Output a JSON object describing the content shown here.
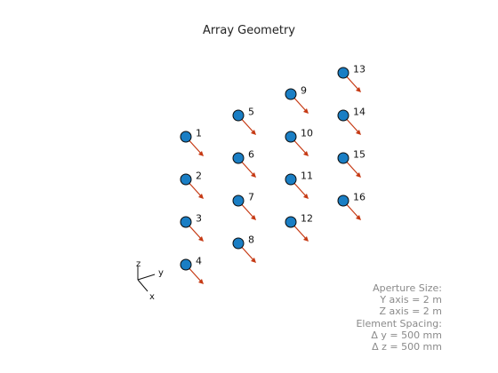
{
  "title": "Array Geometry",
  "colors": {
    "element_fill": "#1a7ec4",
    "element_stroke": "#0b0b0b",
    "arrow": "#c63a14",
    "info_text": "#8a8a8a"
  },
  "elements": [
    {
      "label": "1"
    },
    {
      "label": "2"
    },
    {
      "label": "3"
    },
    {
      "label": "4"
    },
    {
      "label": "5"
    },
    {
      "label": "6"
    },
    {
      "label": "7"
    },
    {
      "label": "8"
    },
    {
      "label": "9"
    },
    {
      "label": "10"
    },
    {
      "label": "11"
    },
    {
      "label": "12"
    },
    {
      "label": "13"
    },
    {
      "label": "14"
    },
    {
      "label": "15"
    },
    {
      "label": "16"
    }
  ],
  "axes_triad": {
    "z": "z",
    "y": "y",
    "x": "x"
  },
  "info": {
    "line1": "Aperture Size:",
    "line2": "Y axis = 2 m",
    "line3": "Z axis = 2 m",
    "line4": "Element Spacing:",
    "line5": "Δ y = 500 mm",
    "line6": "Δ z = 500 mm"
  }
}
